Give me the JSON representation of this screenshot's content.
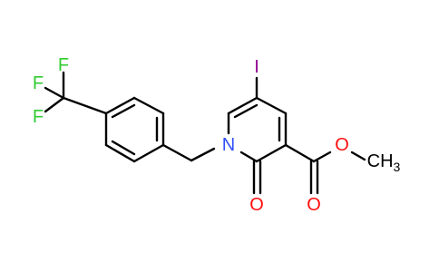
{
  "colors": {
    "background": "#ffffff",
    "bond": "#000000",
    "F": "#33cc33",
    "I": "#940094",
    "N": "#3050f8",
    "O": "#ff0d0d",
    "C": "#000000"
  },
  "labels": {
    "f1": "F",
    "f2": "F",
    "f3": "F",
    "i": "I",
    "n": "N",
    "o_carbonyl_ring": "O",
    "o_ester_single": "O",
    "o_ester_double": "O",
    "ch3_main": "CH",
    "ch3_sub": "3"
  }
}
